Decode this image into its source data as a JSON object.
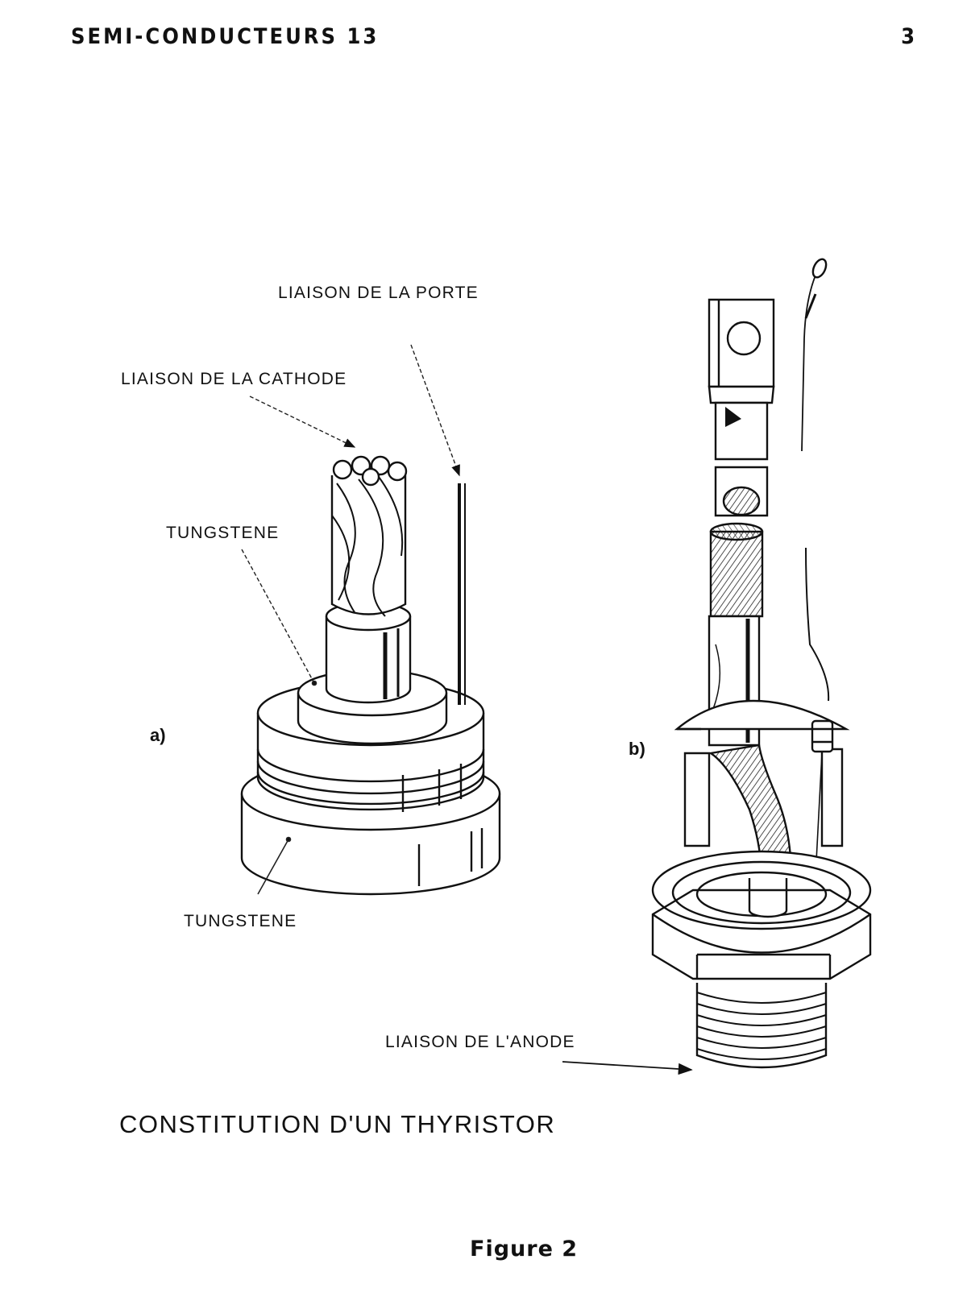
{
  "header": {
    "title": "SEMI-CONDUCTEURS 13",
    "page_number": "3"
  },
  "diagram": {
    "panel_a": {
      "label": "a)",
      "callouts": {
        "gate": "LIAISON DE LA PORTE",
        "cathode": "LIAISON DE LA CATHODE",
        "tungsten_top": "TUNGSTENE",
        "tungsten_bottom": "TUNGSTENE"
      }
    },
    "panel_b": {
      "label": "b)",
      "callouts": {
        "anode": "LIAISON DE L'ANODE"
      }
    }
  },
  "caption": "CONSTITUTION D'UN THYRISTOR",
  "figure_label": "Figure 2"
}
